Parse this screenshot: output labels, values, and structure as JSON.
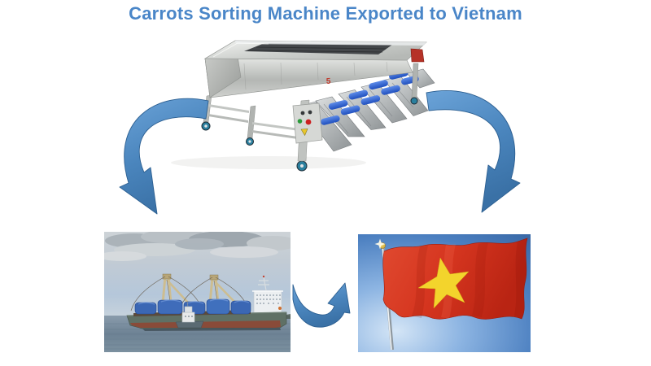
{
  "header": {
    "title": "Carrots Sorting Machine Exported to Vietnam"
  },
  "machine": {
    "label_number": "5",
    "alt": "stainless steel carrot sorting machine with blue sorting rollers, metal discharge chutes, control box and caster wheels"
  },
  "ship": {
    "alt": "cargo ship with two cranes and blue tarp covered cargo at sea under cloudy sky"
  },
  "flag": {
    "alt": "waving red flag of Vietnam with yellow star on a white flagpole against blue sky"
  },
  "arrows": {
    "left": "machine to ship",
    "right": "machine to flag",
    "middle": "ship to flag"
  },
  "colors": {
    "title_blue": "#4a86c8",
    "arrow_blue": "#4583bb",
    "flag_red": "#d5351f",
    "star_yellow": "#f3d42c",
    "roller_blue": "#2b59c0",
    "sea": "#7b8fa2"
  }
}
